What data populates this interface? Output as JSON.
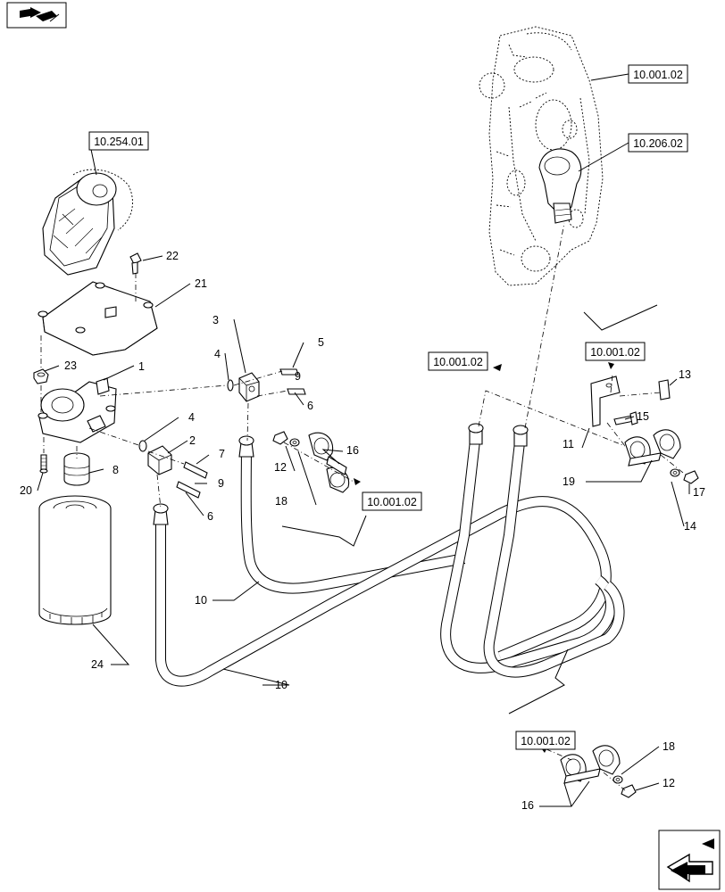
{
  "icons": {
    "top_left": "assembly-arrow-icon",
    "bottom_right": "next-page-arrow-icon"
  },
  "references": {
    "r_10_001_02_top": "10.001.02",
    "r_10_206_02": "10.206.02",
    "r_10_254_01": "10.254.01",
    "r_10_001_02_left": "10.001.02",
    "r_10_001_02_right": "10.001.02",
    "r_10_001_02_mid": "10.001.02",
    "r_10_001_02_bottom": "10.001.02"
  },
  "callouts": {
    "c1": "1",
    "c2": "2",
    "c3": "3",
    "c4a": "4",
    "c4b": "4",
    "c5": "5",
    "c6a": "6",
    "c6b": "6",
    "c7": "7",
    "c8": "8",
    "c9a": "9",
    "c9b": "9",
    "c10a": "10",
    "c10b": "10",
    "c11": "11",
    "c12a": "12",
    "c12b": "12",
    "c13": "13",
    "c14": "14",
    "c15": "15",
    "c16a": "16",
    "c16b": "16",
    "c17": "17",
    "c18a": "18",
    "c18b": "18",
    "c19": "19",
    "c20": "20",
    "c21": "21",
    "c22": "22",
    "c23": "23",
    "c24": "24"
  }
}
